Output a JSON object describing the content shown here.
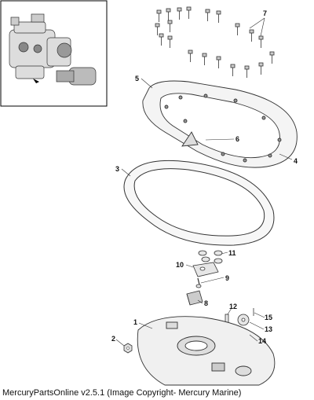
{
  "callouts": {
    "c1": "1",
    "c2": "2",
    "c3": "3",
    "c4": "4",
    "c5": "5",
    "c6": "6",
    "c7": "7",
    "c8": "8",
    "c9": "9",
    "c10": "10",
    "c11": "11",
    "c12": "12",
    "c13": "13",
    "c14": "14",
    "c15": "15"
  },
  "footer": {
    "caption": "MercuryPartsOnline v2.5.1 (Image Copyright- Mercury Marine)"
  }
}
